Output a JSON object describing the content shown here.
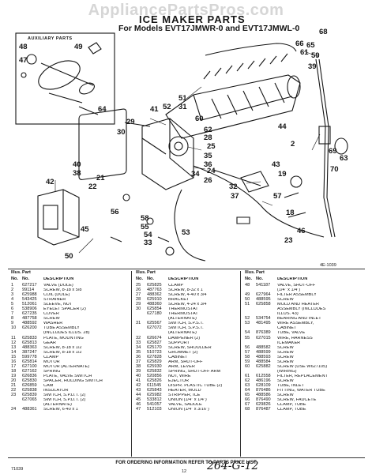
{
  "watermark": "AppliancePartsPros.com",
  "header": {
    "title": "ICE MAKER PARTS",
    "models": "For Models EVT17JMWR-0 and EVT17JMWL-0"
  },
  "aux_label": "AUXILIARY PARTS",
  "ref_code": "4E-1039",
  "callouts": [
    "48",
    "47",
    "49",
    "64",
    "66",
    "61",
    "29",
    "51",
    "31",
    "52",
    "41",
    "60",
    "62",
    "30",
    "28",
    "25",
    "35",
    "36",
    "24",
    "26",
    "34",
    "32",
    "37",
    "40",
    "38",
    "21",
    "22",
    "56",
    "58",
    "55",
    "54",
    "33",
    "53",
    "68",
    "65",
    "59",
    "39",
    "44",
    "2",
    "69",
    "63",
    "70",
    "43",
    "19",
    "57",
    "18",
    "23",
    "46",
    "45",
    "50",
    "42"
  ],
  "table": {
    "col_headers": {
      "illus": "Illus.",
      "part": "Part",
      "no": "No.",
      "partno": "No.",
      "desc": "DESCRIPTION"
    },
    "col1": [
      [
        "1",
        "627217",
        "VALVE (DOLE)"
      ],
      [
        "2",
        "99114",
        "SCREW, 8-18 x 5/8"
      ],
      [
        "3",
        "625988",
        "COIL (DOLE)"
      ],
      [
        "4",
        "543425",
        "STRAINER"
      ],
      [
        "5",
        "512061",
        "SLEEVE, NUT"
      ],
      [
        "6",
        "538906",
        "EYELET SPACER (2)"
      ],
      [
        "7",
        "627235",
        "COVER"
      ],
      [
        "8",
        "487758",
        "SCREW"
      ],
      [
        "9",
        "488592",
        "WASHER"
      ],
      [
        "10",
        "626200",
        "TUBE ASSEMBLY"
      ],
      [
        "",
        "",
        "(INCLUDES ILLUS. 28)"
      ],
      [
        "11",
        "625833",
        "PLATE, MOUNTING"
      ],
      [
        "12",
        "625813",
        "GEAR"
      ],
      [
        "13",
        "488363",
        "SCREW, 8-18 x 1/2"
      ],
      [
        "14",
        "387247",
        "SCREW, 8-18 x 1/2"
      ],
      [
        "15",
        "599778",
        "CLAMP"
      ],
      [
        "16",
        "625814",
        "MOTOR"
      ],
      [
        "17",
        "627100",
        "MOTOR (ALTERNATE)"
      ],
      [
        "18",
        "627162",
        "SPRING"
      ],
      [
        "19",
        "626836",
        "PLATE, VALVE SWITCH"
      ],
      [
        "20",
        "625830",
        "SPACER, HOLDING SWITCH"
      ],
      [
        "21",
        "626859",
        "CAM"
      ],
      [
        "22",
        "625838",
        "INSULATOR"
      ],
      [
        "23",
        "625839",
        "SWITCH, S.P.D.T. (2)"
      ],
      [
        "",
        "627065",
        "SWITCH, S.P.D.T. (2)"
      ],
      [
        "",
        "",
        "(ALTERNATE)"
      ],
      [
        "24",
        "488361",
        "SCREW, 6-40 x 1"
      ]
    ],
    "col2": [
      [
        "25",
        "625825",
        "CLAMP"
      ],
      [
        "26",
        "487763",
        "SCREW, 8-32 x 1"
      ],
      [
        "27",
        "488362",
        "SCREW, 4-40 x 3/4"
      ],
      [
        "28",
        "625910",
        "BRACKET"
      ],
      [
        "29",
        "488360",
        "SCREW, 4-24 x 3/4"
      ],
      [
        "30",
        "625854",
        "THERMOSTAT"
      ],
      [
        "",
        "627180",
        "THERMOSTAT"
      ],
      [
        "",
        "",
        "(ALTERNATE)"
      ],
      [
        "31",
        "625567",
        "SWITCH, S.P.S.T."
      ],
      [
        "",
        "627072",
        "SWITCH, S.P.S.T."
      ],
      [
        "",
        "",
        "(ALTERNATE)"
      ],
      [
        "32",
        "626674",
        "DAMPENER (2)"
      ],
      [
        "33",
        "625827",
        "SUPPORT"
      ],
      [
        "34",
        "625170",
        "SCREW, SHOULDER"
      ],
      [
        "35",
        "510723",
        "GROMMET (2)"
      ],
      [
        "36",
        "627828",
        "CABINET"
      ],
      [
        "37",
        "625829",
        "ARM, SHUT-OFF"
      ],
      [
        "38",
        "625930",
        "ARM, LEVER"
      ],
      [
        "39",
        "625832",
        "SPRING, SHUT-OFF ARM"
      ],
      [
        "40",
        "520856",
        "NUT, WIRE"
      ],
      [
        "41",
        "625826",
        "EJECTOR"
      ],
      [
        "42",
        "611545",
        "DISPR. PLASTIC TUBE (2)"
      ],
      [
        "43",
        "625843",
        "HEATER, MOLD"
      ],
      [
        "44",
        "625982",
        "STRIPPER, ICE"
      ],
      [
        "45",
        "533812",
        "UNION (1/4\" x 1/4\")"
      ],
      [
        "46",
        "541057",
        "VALVE, SADDLE"
      ],
      [
        "47",
        "512103",
        "UNION (1/4\" x 3/16\")"
      ]
    ],
    "col3": [
      [
        "48",
        "541187",
        "VALVE, SHUT-OFF"
      ],
      [
        "",
        "",
        "(1/4\" x 1/4\")"
      ],
      [
        "49",
        "627964",
        "FILTER ASSEMBLY"
      ],
      [
        "50",
        "488595",
        "SCREW"
      ],
      [
        "51",
        "625858",
        "MOLD AND HEATER"
      ],
      [
        "",
        "",
        "ASSEMBLY (INCLUDES"
      ],
      [
        "",
        "",
        "ILLUS. 43)"
      ],
      [
        "52",
        "534754",
        "BEARING AND INLET"
      ],
      [
        "53",
        "481495",
        "WIRE ASSEMBLY,"
      ],
      [
        "",
        "",
        "CABINET"
      ],
      [
        "54",
        "876389",
        "TUBE, VALVE"
      ],
      [
        "55",
        "627015",
        "WIRE, HARNESS"
      ],
      [
        "",
        "",
        "ICEMAKER"
      ],
      [
        "56",
        "488582",
        "SCREW"
      ],
      [
        "57",
        "488599",
        "SCREW"
      ],
      [
        "58",
        "488593",
        "SCREW"
      ],
      [
        "59",
        "488584",
        "SCREW"
      ],
      [
        "60",
        "625882",
        "SCREW (USE W627105)"
      ],
      [
        "",
        "",
        "(WIRING)"
      ],
      [
        "61",
        "612558",
        "FILTER, REPLACEMENT"
      ],
      [
        "62",
        "486196",
        "SCREW"
      ],
      [
        "63",
        "628109",
        "TUBE, INLET"
      ],
      [
        "64",
        "876486",
        "FITTING, WATER TUBE"
      ],
      [
        "65",
        "488586",
        "SCREW"
      ],
      [
        "66",
        "876490",
        "SCREW, FAUCETE"
      ],
      [
        "67",
        "629826",
        "CLAMP, TUBE"
      ],
      [
        "68",
        "876487",
        "CLAMP, TUBE"
      ]
    ]
  },
  "footer": "FOR ORDERING INFORMATION REFER TO PARTS PRICE LIST",
  "page_code": "71039",
  "page_number": "12",
  "handwritten": "264-G-12"
}
